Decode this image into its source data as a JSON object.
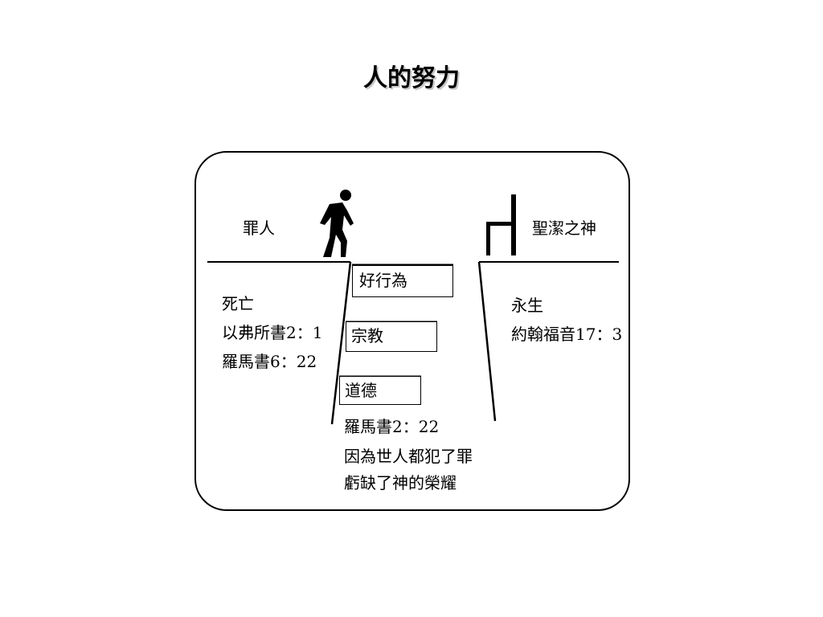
{
  "slide": {
    "title": "人的努力"
  },
  "diagram": {
    "left_side": {
      "label": "罪人",
      "state": "死亡",
      "refs": [
        "以弗所書2：1",
        "羅馬書6：22"
      ]
    },
    "right_side": {
      "label": "聖潔之神",
      "state": "永生",
      "refs": [
        "約翰福音17：3"
      ]
    },
    "efforts": [
      {
        "label": "好行為"
      },
      {
        "label": "宗教"
      },
      {
        "label": "道德"
      }
    ],
    "verse": {
      "ref": "羅馬書2：22",
      "lines": [
        "因為世人都犯了罪",
        "虧缺了神的榮耀"
      ]
    },
    "icons": {
      "person": "walking-person-icon",
      "throne": "chair-icon"
    }
  }
}
